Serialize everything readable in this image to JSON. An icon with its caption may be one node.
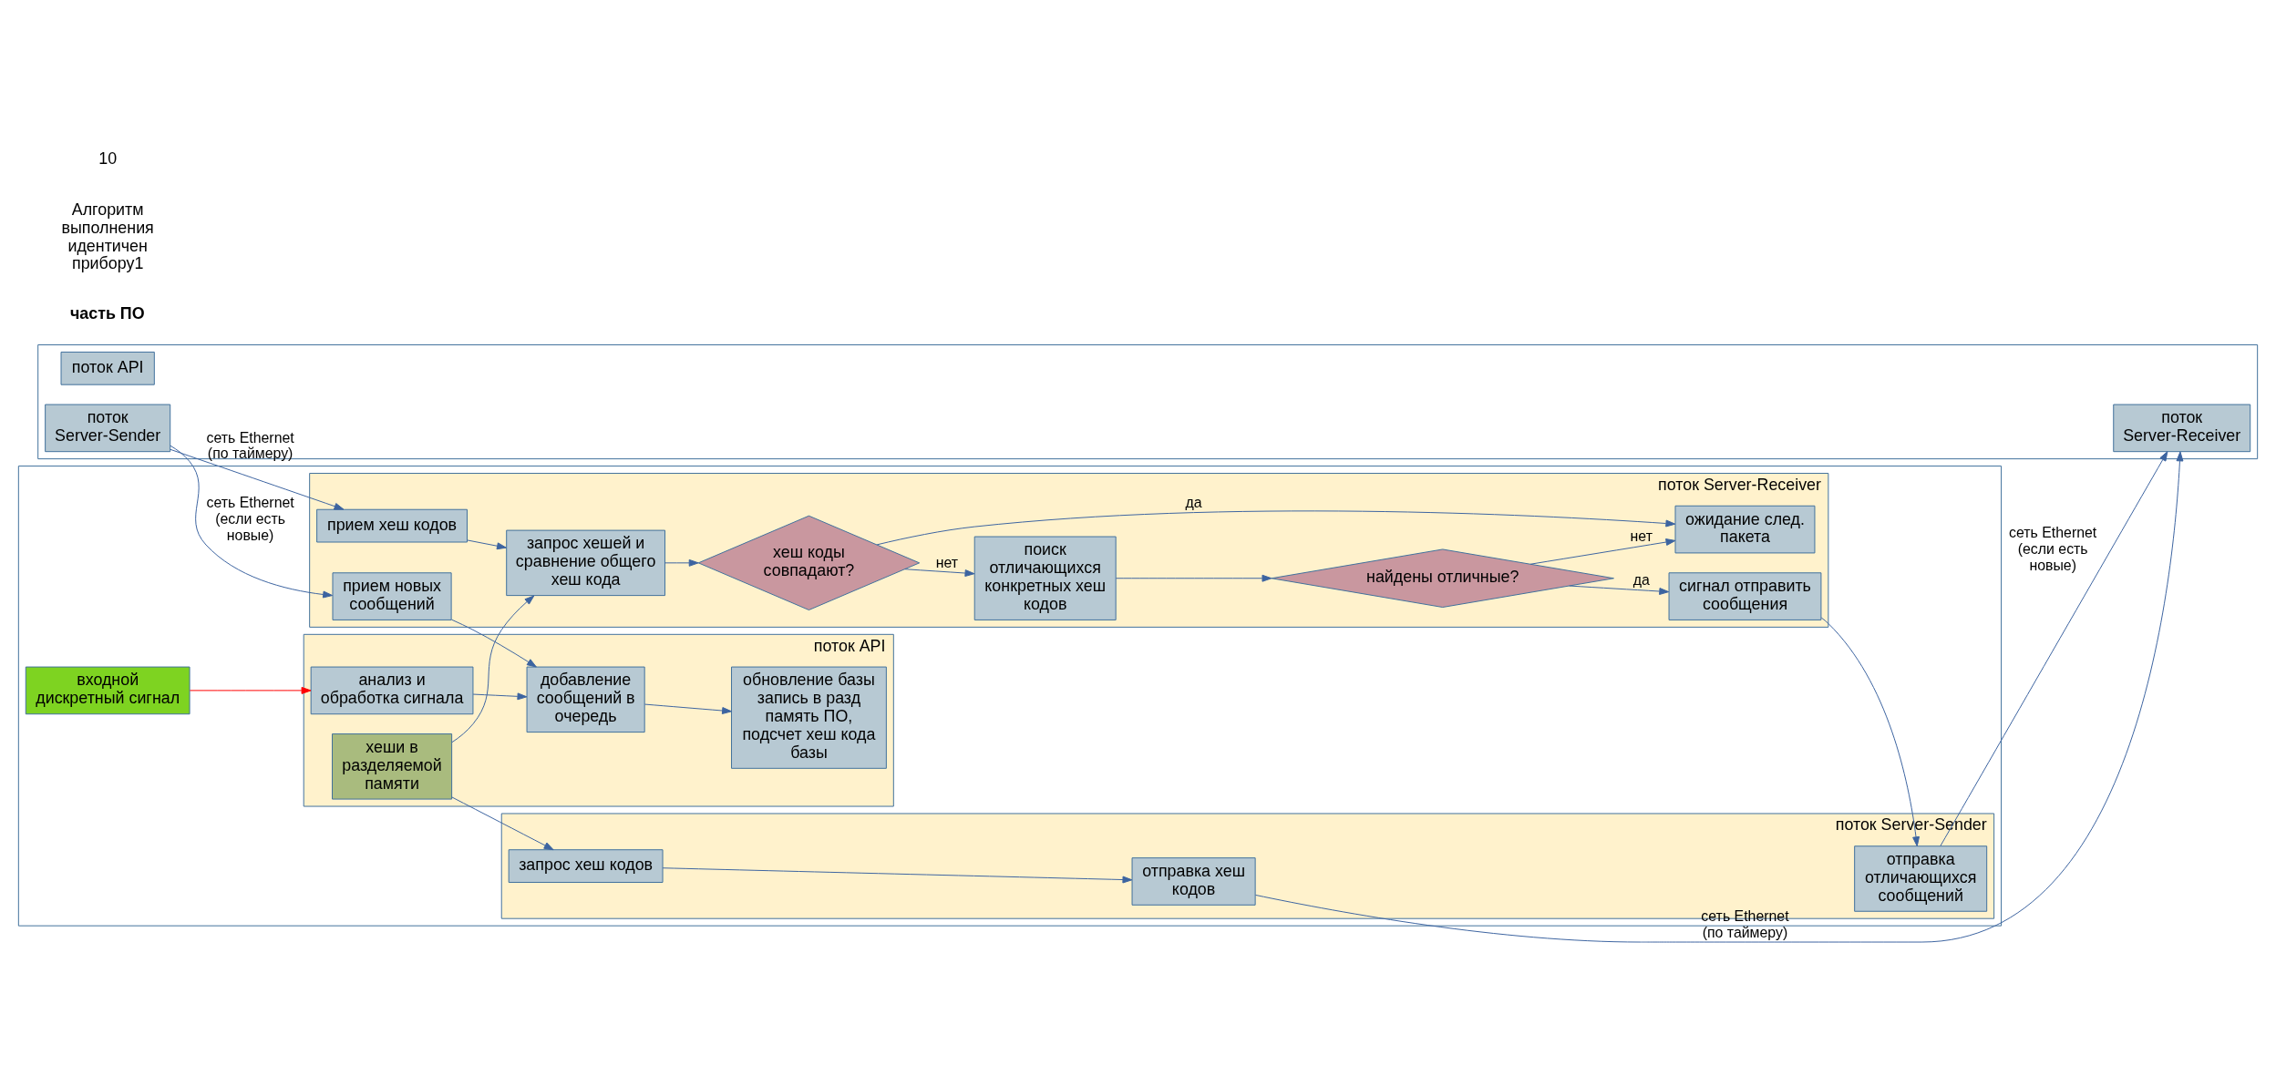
{
  "diagram": {
    "nodes": [
      {
        "text": [],
        "shape": "box"
      },
      {
        "text": [
          "входной дискретный сигнал"
        ],
        "in": 0
      },
      {
        "text": [
          "поток API"
        ],
        "in": 0
      },
      {
        "text": [
          "анализ и обработка сигнала"
        ],
        "in": 2
      },
      {
        "text": [
          "добавление сообщений в очередь"
        ],
        "in": 2
      },
      {
        "text": [
          "обновление базы запись в разд память ПО, подсчет хеш кода базы"
        ],
        "in": 2
      },
      {
        "text": [
          "хеши в разделяемой памяти"
        ],
        "in": 2
      },
      {
        "text": [
          "поток Server-Receiver"
        ],
        "in": 0
      },
      {
        "text": [
          "прием новых сообщений"
        ],
        "in": 7
      },
      {
        "text": [
          "поиск отличающихся конкретных хеш кодов"
        ],
        "in": 7
      },
      {
        "text": [
          "хеш коды совпадают?"
        ],
        "in": 7
      },
      {
        "text": [
          "запрос хешей и сравнение общего хеш кода"
        ],
        "in": 7
      },
      {
        "text": [
          "прием хеш кодов"
        ],
        "in": 7
      },
      {
        "text": [
          "сигнал отправить сообщения"
        ],
        "in": 7
      },
      {
        "text": [
          "найдены отличные?"
        ],
        "in": 7
      },
      {
        "text": [
          "ожидание след. пакета"
        ],
        "in": 7
      },
      {
        "text": [
          "поток Server-Sender"
        ],
        "in": 0
      },
      {
        "text": [
          "отправка отличающихся сообщений"
        ],
        "in": 16
      },
      {
        "text": [
          "запрос хеш кодов"
        ],
        "in": 16
      },
      {
        "text": [
          "отправка хеш кодов"
        ],
        "in": 16
      },
      {
        "text": [],
        "shape": "box"
      },
      {
        "text": [
          "поток API"
        ],
        "in": 20
      },
      {
        "text": [
          "поток Server-Sender"
        ],
        "in": 20
      },
      {
        "text": [
          "поток Server-Receiver"
        ],
        "in": 20
      }
    ],
    "edges": [
      {
        "from": 1,
        "to": 3,
        "arrow": "to",
        "color": "#ff0000"
      },
      {
        "from": 3,
        "to": 4,
        "arrow": "to"
      },
      {
        "from": 4,
        "to": 5,
        "arrow": "to"
      },
      {
        "from": 8,
        "to": 4,
        "arrow": "to"
      },
      {
        "from": 6,
        "to": 11,
        "arrow": "to"
      },
      {
        "from": 6,
        "to": 18,
        "arrow": "to"
      },
      {
        "from": 22,
        "to": 8,
        "arrow": "to",
        "label": "сеть Ethernet (если есть новые)"
      },
      {
        "from": 22,
        "to": 12,
        "arrow": "to",
        "label": "сеть Ethernet (по таймеру)"
      },
      {
        "from": 12,
        "to": 11,
        "arrow": "to"
      },
      {
        "from": 11,
        "to": 10,
        "arrow": "to"
      },
      {
        "from": 10,
        "to": 9,
        "arrow": "to",
        "label": "нет"
      },
      {
        "from": 10,
        "to": 15,
        "arrow": "to",
        "label": "да"
      },
      {
        "from": 9,
        "to": 14,
        "arrow": "to"
      },
      {
        "from": 14,
        "to": 13,
        "arrow": "to",
        "label": "да"
      },
      {
        "from": 14,
        "to": 15,
        "arrow": "to",
        "label": "нет"
      },
      {
        "from": 13,
        "to": 17,
        "arrow": "to"
      },
      {
        "from": 17,
        "to": 23,
        "arrow": "to",
        "label": "сеть Ethernet (если есть новые)"
      },
      {
        "from": 18,
        "to": 19,
        "arrow": "to"
      },
      {
        "from": 19,
        "to": 23,
        "arrow": "to",
        "label": "сеть Ethernet (по таймеру)"
      }
    ],
    "labels": [
      "часть ПО",
      "Алгоритм выполнения идентичен прибору1",
      "10"
    ]
  }
}
